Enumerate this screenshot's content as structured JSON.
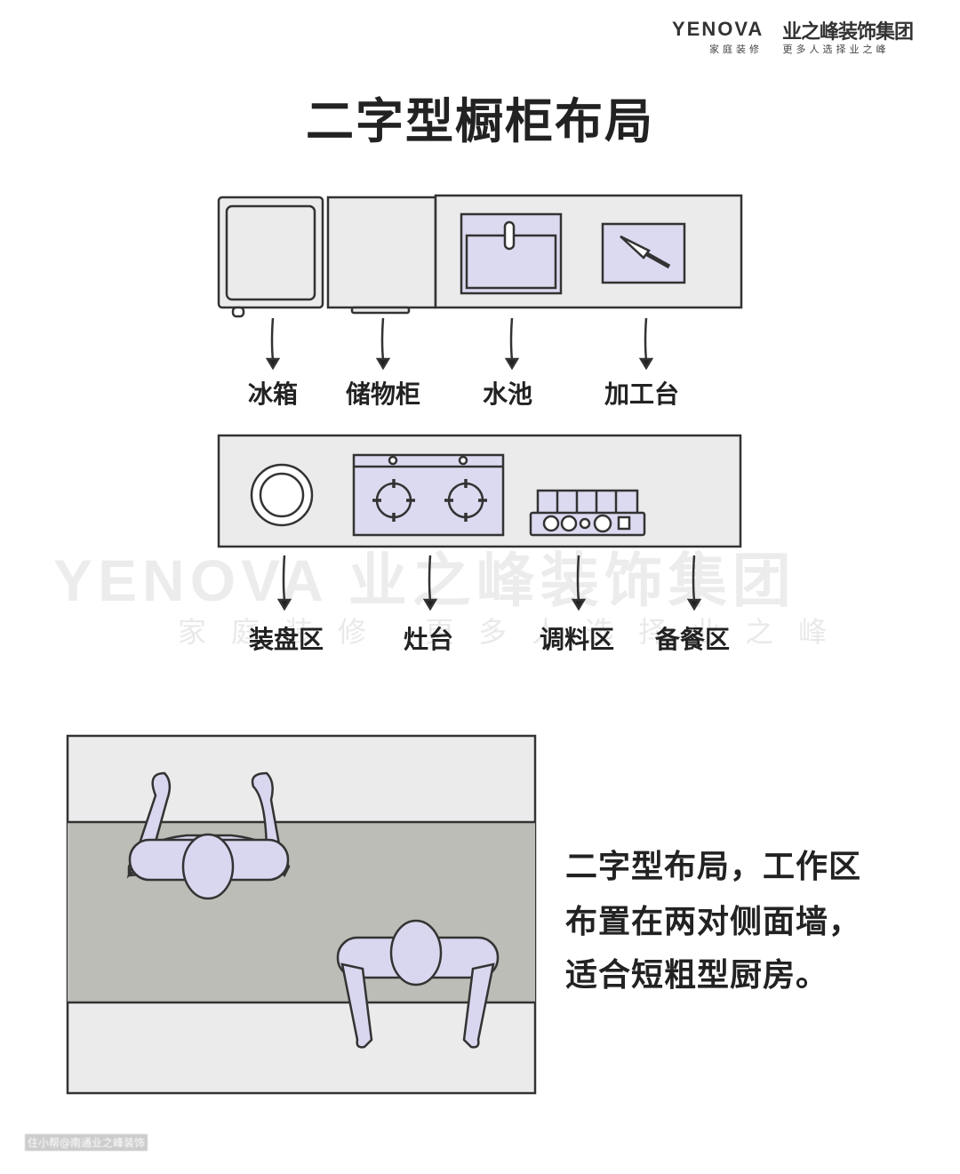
{
  "brand": {
    "name_en": "YENOVA",
    "name_cn": "业之峰装饰集团",
    "slogan": "家庭装修   更多人选择业之峰"
  },
  "title": "二字型橱柜布局",
  "top_row": {
    "labels": [
      "冰箱",
      "储物柜",
      "水池",
      "加工台"
    ],
    "icons": [
      "fridge-icon",
      "cabinet-icon",
      "sink-icon",
      "cutting-board-knife-icon"
    ]
  },
  "bottom_row": {
    "labels": [
      "装盘区",
      "灶台",
      "调料区",
      "备餐区"
    ],
    "icons": [
      "plate-icon",
      "stove-icon",
      "seasoning-rack-icon"
    ]
  },
  "watermark": {
    "line1": "YENOVA 业之峰装饰集团",
    "line2": "家庭装修 更多人选择业之峰"
  },
  "description": [
    "二字型布局，工作区",
    "布置在两对侧面墙，",
    "适合短粗型厨房。"
  ],
  "credit": "住小帮@南通业之峰装饰",
  "colors": {
    "counter": "#ebebeb",
    "accent": "#dcdaf0",
    "floor": "#bdbdb7",
    "outline": "#333333"
  }
}
